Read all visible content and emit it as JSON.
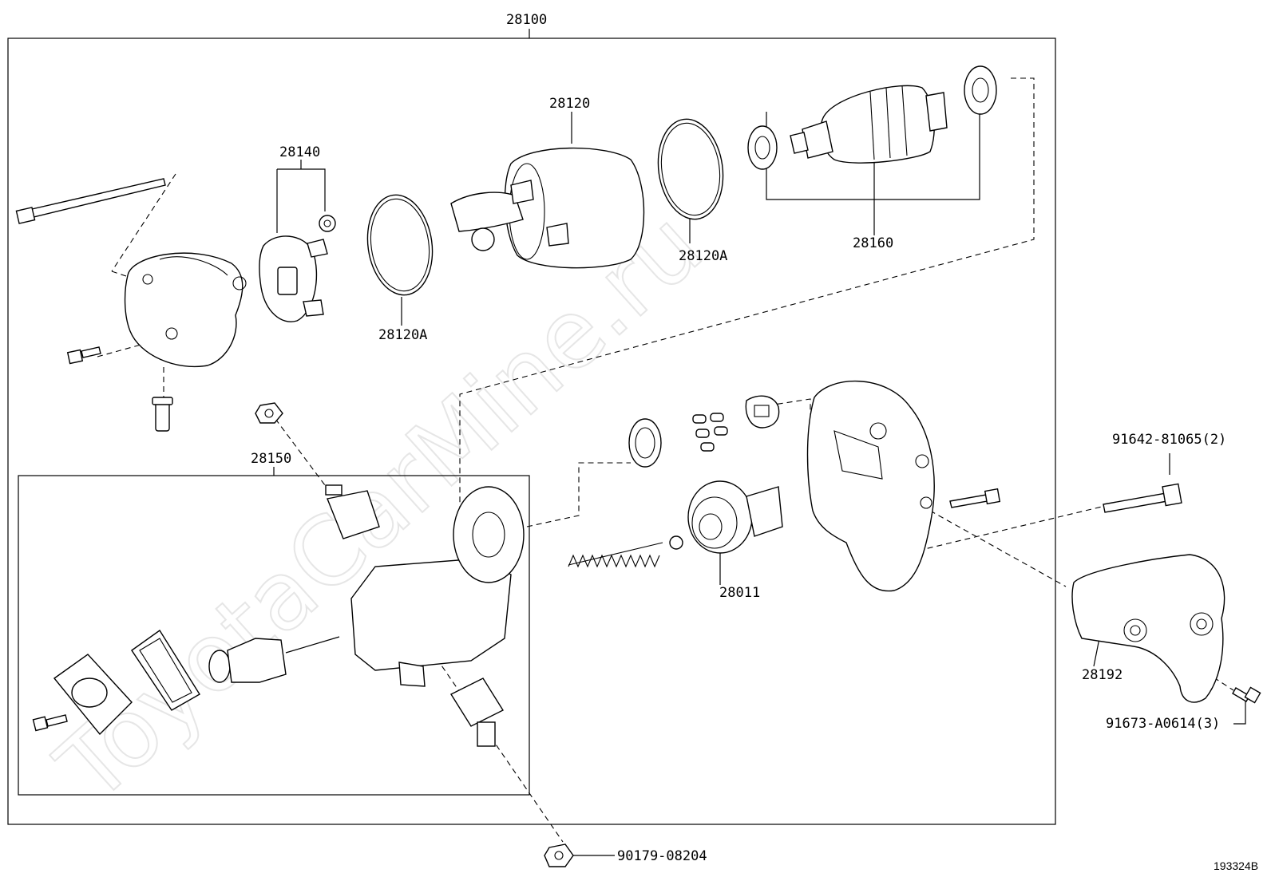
{
  "watermark": "ToyotaCarMine.ru",
  "diagram_code": "193324B",
  "labels": {
    "assembly": "28100",
    "yoke_assy": "28120",
    "o_ring_upper": "28120A",
    "o_ring_lower": "28120A",
    "brush_holder": "28140",
    "armature": "28160",
    "switch_assy": "28150",
    "clutch": "28011",
    "bracket": "28192",
    "bolt_bracket": "91642-81065(2)",
    "bolt_small": "91673-A0614(3)",
    "nut": "90179-08204"
  }
}
